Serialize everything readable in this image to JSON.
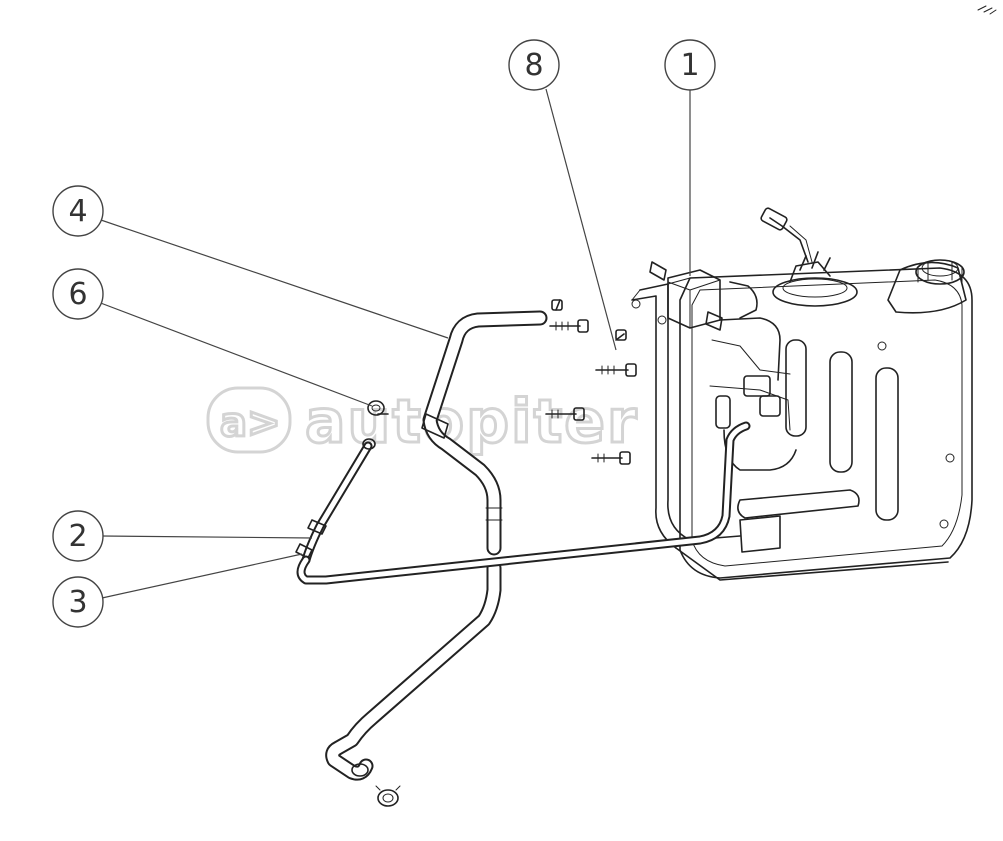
{
  "watermark": {
    "logo_text": "a>",
    "text": "autopiter"
  },
  "callouts": [
    {
      "label": "8"
    },
    {
      "label": "1"
    },
    {
      "label": "4"
    },
    {
      "label": "6"
    },
    {
      "label": "2"
    },
    {
      "label": "3"
    }
  ]
}
